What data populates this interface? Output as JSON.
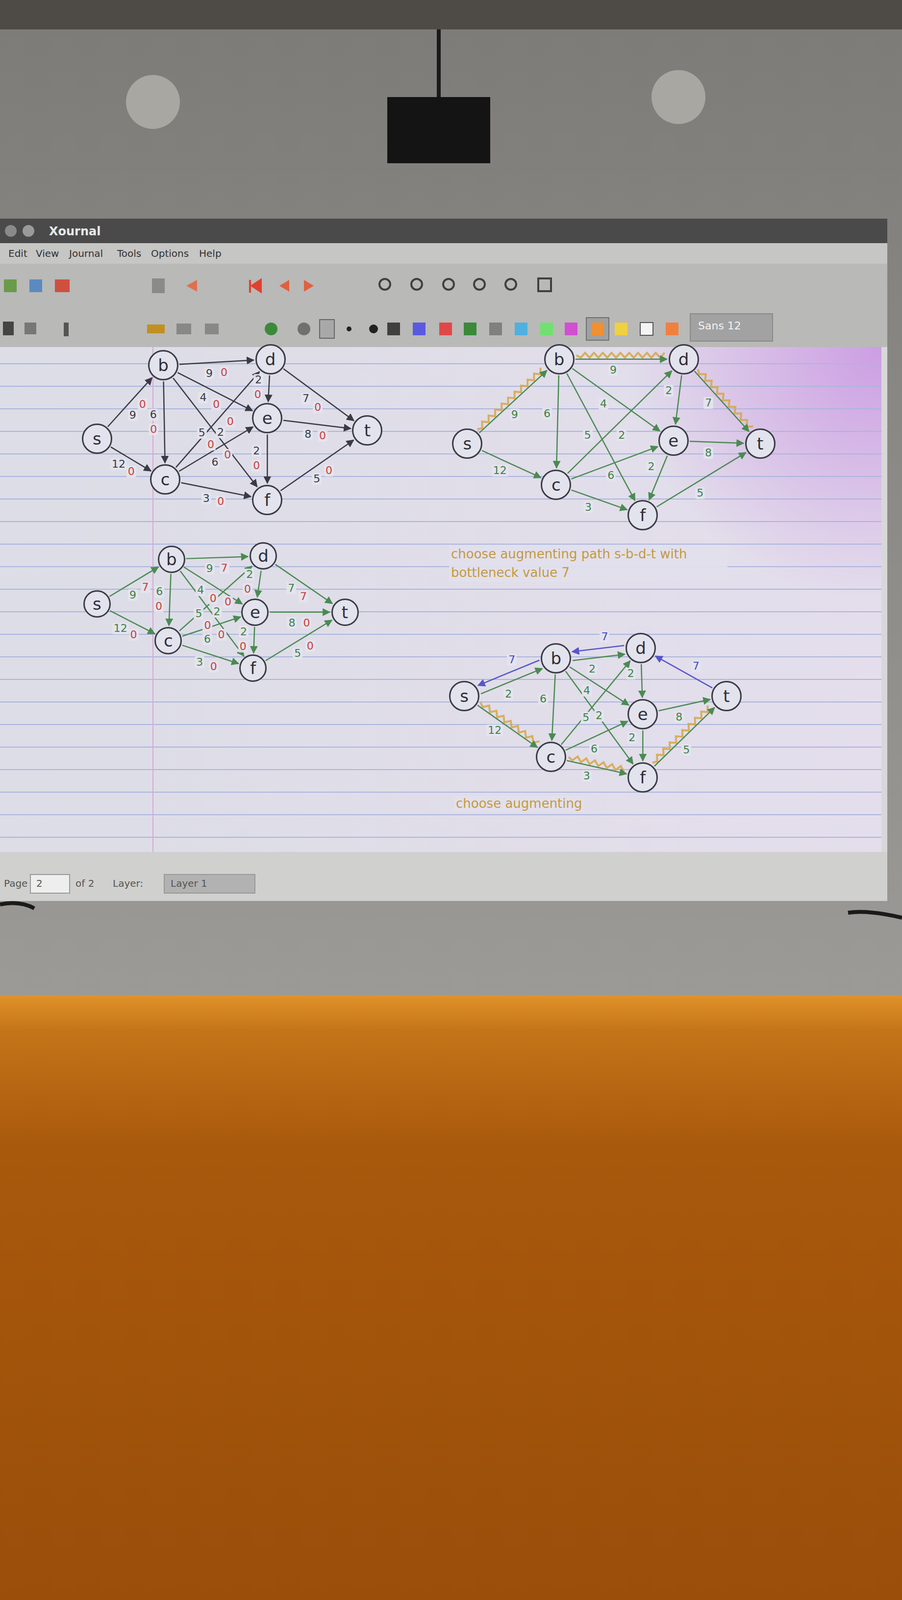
{
  "diagram": {
    "nodes": [
      {
        "text": [
          "s"
        ]
      },
      {
        "text": [
          "b"
        ]
      },
      {
        "text": [
          "c"
        ]
      },
      {
        "text": [
          "d"
        ]
      },
      {
        "text": [
          "e"
        ]
      },
      {
        "text": [
          "f"
        ]
      },
      {
        "text": [
          "t"
        ]
      },
      {
        "text": [
          "s"
        ]
      },
      {
        "text": [
          "b"
        ]
      },
      {
        "text": [
          "c"
        ]
      },
      {
        "text": [
          "d"
        ]
      },
      {
        "text": [
          "e"
        ]
      },
      {
        "text": [
          "f"
        ]
      },
      {
        "text": [
          "t"
        ]
      },
      {
        "text": [
          "s"
        ]
      },
      {
        "text": [
          "b"
        ]
      },
      {
        "text": [
          "c"
        ]
      },
      {
        "text": [
          "d"
        ]
      },
      {
        "text": [
          "e"
        ]
      },
      {
        "text": [
          "f"
        ]
      },
      {
        "text": [
          "t"
        ]
      },
      {
        "text": [
          "s"
        ]
      },
      {
        "text": [
          "b"
        ]
      },
      {
        "text": [
          "c"
        ]
      },
      {
        "text": [
          "d"
        ]
      },
      {
        "text": [
          "e"
        ]
      },
      {
        "text": [
          "f"
        ]
      },
      {
        "text": [
          "t"
        ]
      }
    ],
    "edges": [
      {
        "from": 0,
        "to": 1,
        "arrow": "to",
        "label": "9"
      },
      {
        "from": 0,
        "to": 2,
        "arrow": "to",
        "label": "12"
      },
      {
        "from": 1,
        "to": 2,
        "arrow": "to",
        "label": "6"
      },
      {
        "from": 1,
        "to": 3,
        "arrow": "to",
        "label": "9"
      },
      {
        "from": 1,
        "to": 4,
        "arrow": "to",
        "label": "4"
      },
      {
        "from": 1,
        "to": 5,
        "arrow": "to",
        "label": "5"
      },
      {
        "from": 2,
        "to": 3,
        "arrow": "to",
        "label": "2"
      },
      {
        "from": 2,
        "to": 4,
        "arrow": "to",
        "label": "6"
      },
      {
        "from": 2,
        "to": 5,
        "arrow": "to",
        "label": "3"
      },
      {
        "from": 3,
        "to": 4,
        "arrow": "to",
        "label": "2"
      },
      {
        "from": 3,
        "to": 6,
        "arrow": "to",
        "label": "7"
      },
      {
        "from": 4,
        "to": 5,
        "arrow": "to",
        "label": "2"
      },
      {
        "from": 4,
        "to": 6,
        "arrow": "to",
        "label": "8"
      },
      {
        "from": 5,
        "to": 6,
        "arrow": "to",
        "label": "5"
      },
      {
        "from": 7,
        "to": 8,
        "arrow": "to",
        "label": "9"
      },
      {
        "from": 7,
        "to": 9,
        "arrow": "to",
        "label": "12"
      },
      {
        "from": 8,
        "to": 9,
        "arrow": "to",
        "label": "6"
      },
      {
        "from": 8,
        "to": 10,
        "arrow": "to",
        "label": "9"
      },
      {
        "from": 8,
        "to": 11,
        "arrow": "to",
        "label": "4"
      },
      {
        "from": 8,
        "to": 12,
        "arrow": "to",
        "label": "5"
      },
      {
        "from": 9,
        "to": 10,
        "arrow": "to",
        "label": "2"
      },
      {
        "from": 9,
        "to": 11,
        "arrow": "to",
        "label": "6"
      },
      {
        "from": 9,
        "to": 12,
        "arrow": "to",
        "label": "3"
      },
      {
        "from": 10,
        "to": 11,
        "arrow": "to",
        "label": "2"
      },
      {
        "from": 10,
        "to": 13,
        "arrow": "to",
        "label": "7"
      },
      {
        "from": 11,
        "to": 12,
        "arrow": "to",
        "label": "2"
      },
      {
        "from": 11,
        "to": 13,
        "arrow": "to",
        "label": "8"
      },
      {
        "from": 12,
        "to": 13,
        "arrow": "to",
        "label": "5"
      },
      {
        "from": 14,
        "to": 15,
        "arrow": "to",
        "label": "9"
      },
      {
        "from": 14,
        "to": 16,
        "arrow": "to",
        "label": "12"
      },
      {
        "from": 15,
        "to": 16,
        "arrow": "to",
        "label": "6"
      },
      {
        "from": 15,
        "to": 17,
        "arrow": "to",
        "label": "9"
      },
      {
        "from": 15,
        "to": 18,
        "arrow": "to",
        "label": "4"
      },
      {
        "from": 15,
        "to": 19,
        "arrow": "to",
        "label": "5"
      },
      {
        "from": 16,
        "to": 17,
        "arrow": "to",
        "label": "2"
      },
      {
        "from": 16,
        "to": 18,
        "arrow": "to",
        "label": "6"
      },
      {
        "from": 16,
        "to": 19,
        "arrow": "to",
        "label": "3"
      },
      {
        "from": 17,
        "to": 18,
        "arrow": "to",
        "label": "2"
      },
      {
        "from": 17,
        "to": 20,
        "arrow": "to",
        "label": "7"
      },
      {
        "from": 18,
        "to": 19,
        "arrow": "to",
        "label": "2"
      },
      {
        "from": 18,
        "to": 20,
        "arrow": "to",
        "label": "8"
      },
      {
        "from": 19,
        "to": 20,
        "arrow": "to",
        "label": "5"
      },
      {
        "from": 21,
        "to": 22,
        "arrow": "to",
        "label": "2"
      },
      {
        "from": 22,
        "to": 21,
        "arrow": "to",
        "label": "7"
      },
      {
        "from": 21,
        "to": 23,
        "arrow": "to",
        "label": "12"
      },
      {
        "from": 22,
        "to": 23,
        "arrow": "to",
        "label": "6"
      },
      {
        "from": 22,
        "to": 24,
        "arrow": "to",
        "label": "2"
      },
      {
        "from": 24,
        "to": 22,
        "arrow": "to",
        "label": "7"
      },
      {
        "from": 22,
        "to": 25,
        "arrow": "to",
        "label": "4"
      },
      {
        "from": 22,
        "to": 26,
        "arrow": "to",
        "label": "5"
      },
      {
        "from": 23,
        "to": 24,
        "arrow": "to",
        "label": "2"
      },
      {
        "from": 23,
        "to": 25,
        "arrow": "to",
        "label": "6"
      },
      {
        "from": 23,
        "to": 26,
        "arrow": "to",
        "label": "3"
      },
      {
        "from": 24,
        "to": 25,
        "arrow": "to",
        "label": "2"
      },
      {
        "from": 27,
        "to": 24,
        "arrow": "to",
        "label": "7"
      },
      {
        "from": 25,
        "to": 26,
        "arrow": "to",
        "label": "2"
      },
      {
        "from": 25,
        "to": 27,
        "arrow": "to",
        "label": "8"
      },
      {
        "from": 26,
        "to": 27,
        "arrow": "to",
        "label": "5"
      }
    ],
    "labels": [
      "Xournal",
      "Edit",
      "View",
      "Journal",
      "Tools",
      "Options",
      "Help",
      "Sans 12",
      "Page",
      "2",
      "of 2",
      "Layer:",
      "Layer 1",
      "0",
      "0",
      "0",
      "0",
      "0",
      "0",
      "0",
      "0",
      "0",
      "0",
      "0",
      "0",
      "0",
      "0",
      "7",
      "0",
      "0",
      "7",
      "0",
      "0",
      "0",
      "0",
      "0",
      "0",
      "7",
      "0",
      "0",
      "0",
      "choose augmenting path s-b-d-t with bottleneck value 7",
      "choose augmenting"
    ]
  }
}
